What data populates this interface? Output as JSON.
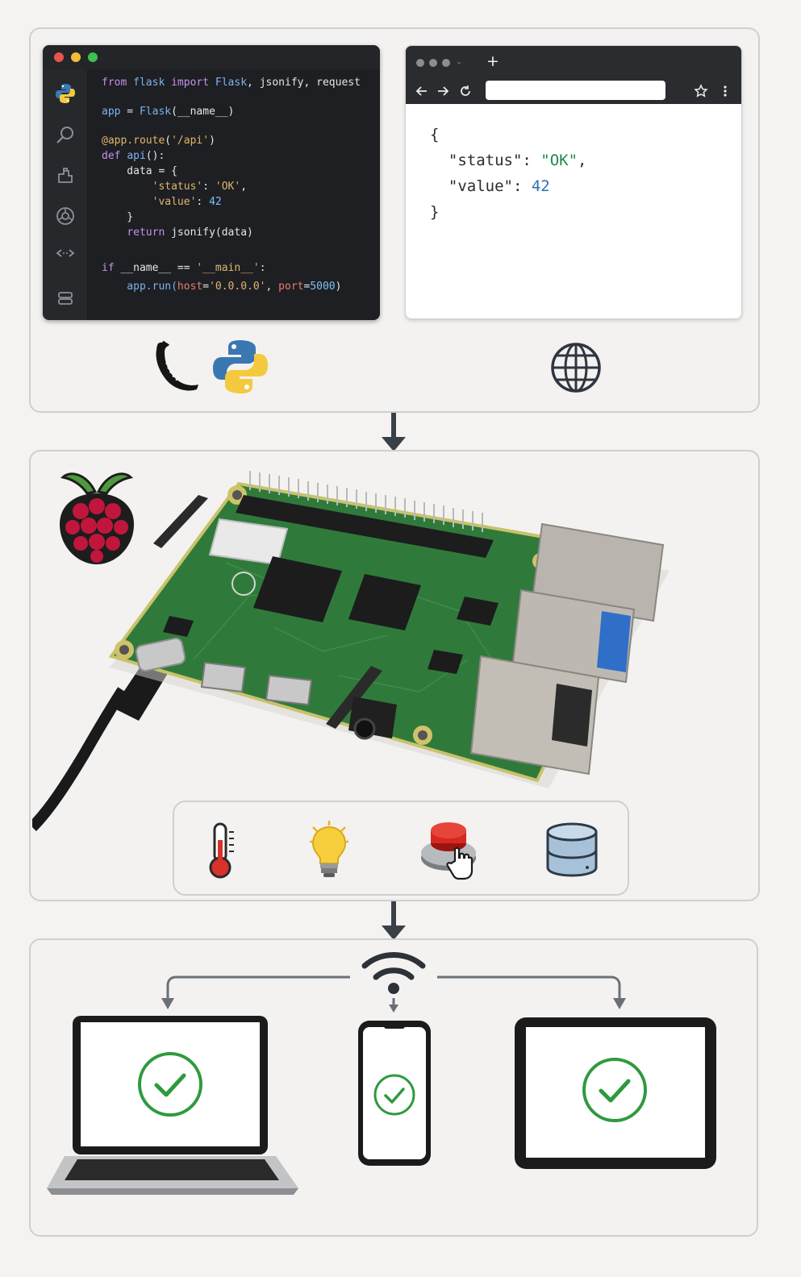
{
  "editor": {
    "lines": [
      {
        "parts": [
          {
            "t": "from ",
            "c": "kw"
          },
          {
            "t": "flask ",
            "c": "fn"
          },
          {
            "t": "import ",
            "c": "kw"
          },
          {
            "t": "Flask",
            "c": "fn"
          },
          {
            "t": ", jsonify, request",
            "c": ""
          }
        ]
      },
      {
        "parts": []
      },
      {
        "parts": [
          {
            "t": "app",
            "c": "fn"
          },
          {
            "t": " = ",
            "c": ""
          },
          {
            "t": "Flask",
            "c": "fn"
          },
          {
            "t": "(__name__)",
            "c": ""
          }
        ]
      },
      {
        "parts": []
      },
      {
        "parts": [
          {
            "t": "@app.route",
            "c": "dec"
          },
          {
            "t": "(",
            "c": ""
          },
          {
            "t": "'/api'",
            "c": "str"
          },
          {
            "t": ")",
            "c": ""
          }
        ]
      },
      {
        "parts": [
          {
            "t": "def ",
            "c": "kw"
          },
          {
            "t": "api",
            "c": "fn"
          },
          {
            "t": "():",
            "c": ""
          }
        ]
      },
      {
        "parts": [
          {
            "t": "    data = {",
            "c": ""
          }
        ]
      },
      {
        "parts": [
          {
            "t": "        ",
            "c": ""
          },
          {
            "t": "'status'",
            "c": "str"
          },
          {
            "t": ": ",
            "c": ""
          },
          {
            "t": "'OK'",
            "c": "str"
          },
          {
            "t": ",",
            "c": ""
          }
        ]
      },
      {
        "parts": [
          {
            "t": "        ",
            "c": ""
          },
          {
            "t": "'value'",
            "c": "str"
          },
          {
            "t": ": ",
            "c": ""
          },
          {
            "t": "42",
            "c": "num"
          }
        ]
      },
      {
        "parts": [
          {
            "t": "    }",
            "c": ""
          }
        ]
      },
      {
        "parts": [
          {
            "t": "    ",
            "c": ""
          },
          {
            "t": "return ",
            "c": "kw"
          },
          {
            "t": "jsonify(data)",
            "c": ""
          }
        ]
      },
      {
        "parts": []
      },
      {
        "parts": [
          {
            "t": "if ",
            "c": "kw"
          },
          {
            "t": "__name__ == ",
            "c": ""
          },
          {
            "t": "'__main__'",
            "c": "str"
          },
          {
            "t": ":",
            "c": ""
          }
        ]
      },
      {
        "parts": [
          {
            "t": "    app.run(",
            "c": "fn"
          },
          {
            "t": "host",
            "c": "arg"
          },
          {
            "t": "=",
            "c": ""
          },
          {
            "t": "'0.0.0.0'",
            "c": "str"
          },
          {
            "t": ", ",
            "c": ""
          },
          {
            "t": "port",
            "c": "arg"
          },
          {
            "t": "=",
            "c": ""
          },
          {
            "t": "5000",
            "c": "num"
          },
          {
            "t": ")",
            "c": ""
          }
        ]
      }
    ],
    "sidebar_icons": [
      "python-icon",
      "search-icon",
      "extensions-icon",
      "source-control-icon",
      "code-brackets-icon",
      "server-icon"
    ],
    "window_dots": [
      "#e8544a",
      "#f0bd3a",
      "#3fbf4f"
    ]
  },
  "browser": {
    "new_tab_label": "+",
    "json_lines": [
      {
        "parts": [
          {
            "t": "{",
            "c": ""
          }
        ]
      },
      {
        "parts": [
          {
            "t": "  \"status\"",
            "c": ""
          },
          {
            "t": ": ",
            "c": ""
          },
          {
            "t": "\"OK\"",
            "c": "jstr"
          },
          {
            "t": ",",
            "c": ""
          }
        ]
      },
      {
        "parts": [
          {
            "t": "  \"value\"",
            "c": ""
          },
          {
            "t": ": ",
            "c": ""
          },
          {
            "t": "42",
            "c": "jnum"
          }
        ]
      },
      {
        "parts": [
          {
            "t": "}",
            "c": ""
          }
        ]
      }
    ]
  },
  "top_icons": [
    "flask-horn-icon",
    "python-logo-icon",
    "globe-icon"
  ],
  "middle": {
    "board": "raspberry-pi-board",
    "logo": "raspberry-pi-logo-icon",
    "peripherals": [
      "thermometer-icon",
      "light-bulb-icon",
      "push-button-icon",
      "database-icon"
    ]
  },
  "bottom": {
    "network": "wifi-icon",
    "devices": [
      "laptop",
      "smartphone",
      "tablet"
    ],
    "status": "check-icon",
    "check_color": "#2e9a3e"
  },
  "colors": {
    "arrow": "#3a4048",
    "pcb": "#2f7a3b",
    "check": "#2e9a3e"
  }
}
